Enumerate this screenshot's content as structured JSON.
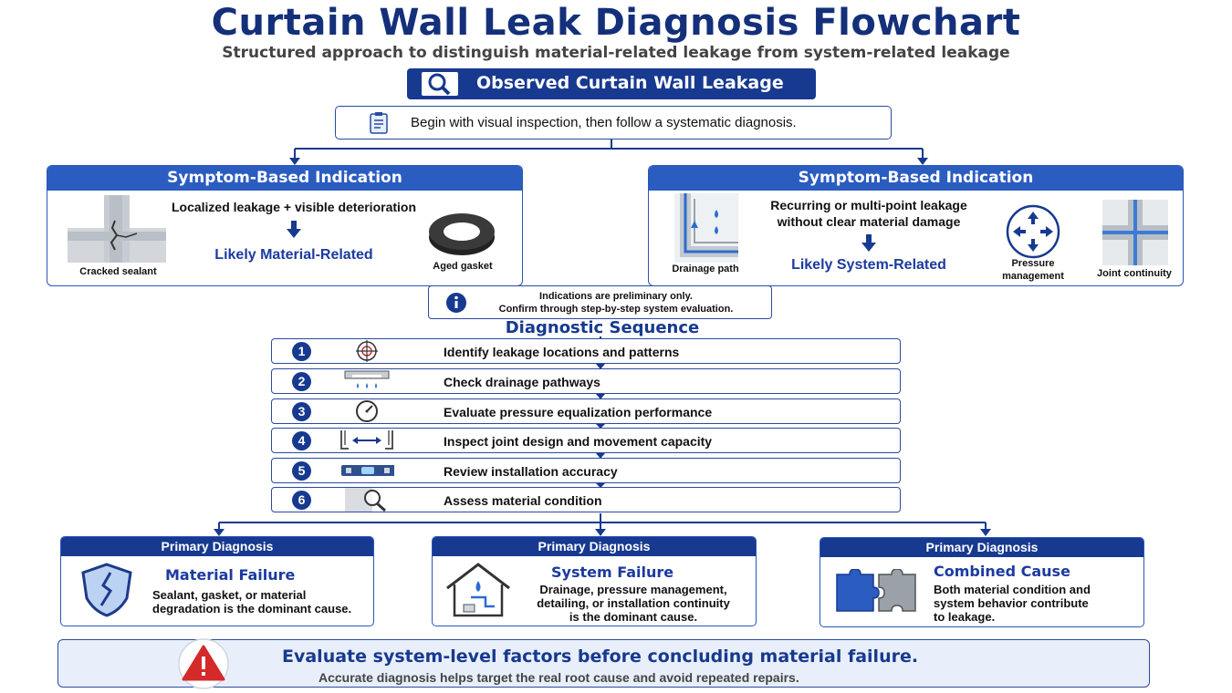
{
  "title": "Curtain Wall Leak Diagnosis Flowchart",
  "subtitle": "Structured approach to distinguish material-related leakage from system-related leakage",
  "start": {
    "label": "Observed Curtain Wall Leakage"
  },
  "begin": {
    "text": "Begin with visual inspection, then follow a systematic diagnosis."
  },
  "left_panel": {
    "header": "Symptom-Based Indication",
    "observation": "Localized leakage + visible deterioration",
    "result": "Likely Material-Related",
    "image_labels": [
      "Cracked sealant",
      "Aged gasket"
    ]
  },
  "right_panel": {
    "header": "Symptom-Based Indication",
    "observation_line1": "Recurring or multi-point leakage",
    "observation_line2": "without clear material damage",
    "result": "Likely System-Related",
    "image_labels": [
      "Drainage path",
      "Pressure",
      "management",
      "Joint continuity"
    ]
  },
  "note": {
    "line1": "Indications are preliminary only.",
    "line2": "Confirm through step-by-step system evaluation."
  },
  "sequence": {
    "title": "Diagnostic Sequence",
    "steps": [
      {
        "num": "1",
        "label": "Identify leakage locations and patterns",
        "icon": "target-icon"
      },
      {
        "num": "2",
        "label": "Check drainage pathways",
        "icon": "drainage-icon"
      },
      {
        "num": "3",
        "label": "Evaluate pressure equalization performance",
        "icon": "gauge-icon"
      },
      {
        "num": "4",
        "label": "Inspect joint design and movement capacity",
        "icon": "joint-icon"
      },
      {
        "num": "5",
        "label": "Review installation accuracy",
        "icon": "level-icon"
      },
      {
        "num": "6",
        "label": "Assess material condition",
        "icon": "magnifier-icon"
      }
    ]
  },
  "diagnoses": [
    {
      "header": "Primary Diagnosis",
      "name": "Material Failure",
      "desc": [
        "Sealant, gasket,  or material",
        "degradation is the dominant cause."
      ],
      "icon": "cracked-shield-icon"
    },
    {
      "header": "Primary Diagnosis",
      "name": "System Failure",
      "desc": [
        "Drainage, pressure management,",
        "detailing, or installation continuity",
        "is the dominant cause."
      ],
      "icon": "house-leak-icon"
    },
    {
      "header": "Primary Diagnosis",
      "name": "Combined Cause",
      "desc": [
        "Both material condition and",
        "system behavior contribute",
        "to leakage."
      ],
      "icon": "puzzle-icon"
    }
  ],
  "bottom": {
    "main": "Evaluate system-level factors before concluding material failure.",
    "sub": "Accurate diagnosis helps target the real root cause and avoid repeated repairs."
  },
  "colors": {
    "primary": "#17398f",
    "header_blue": "#2b5cc0",
    "warning_red": "#d42a2a"
  }
}
